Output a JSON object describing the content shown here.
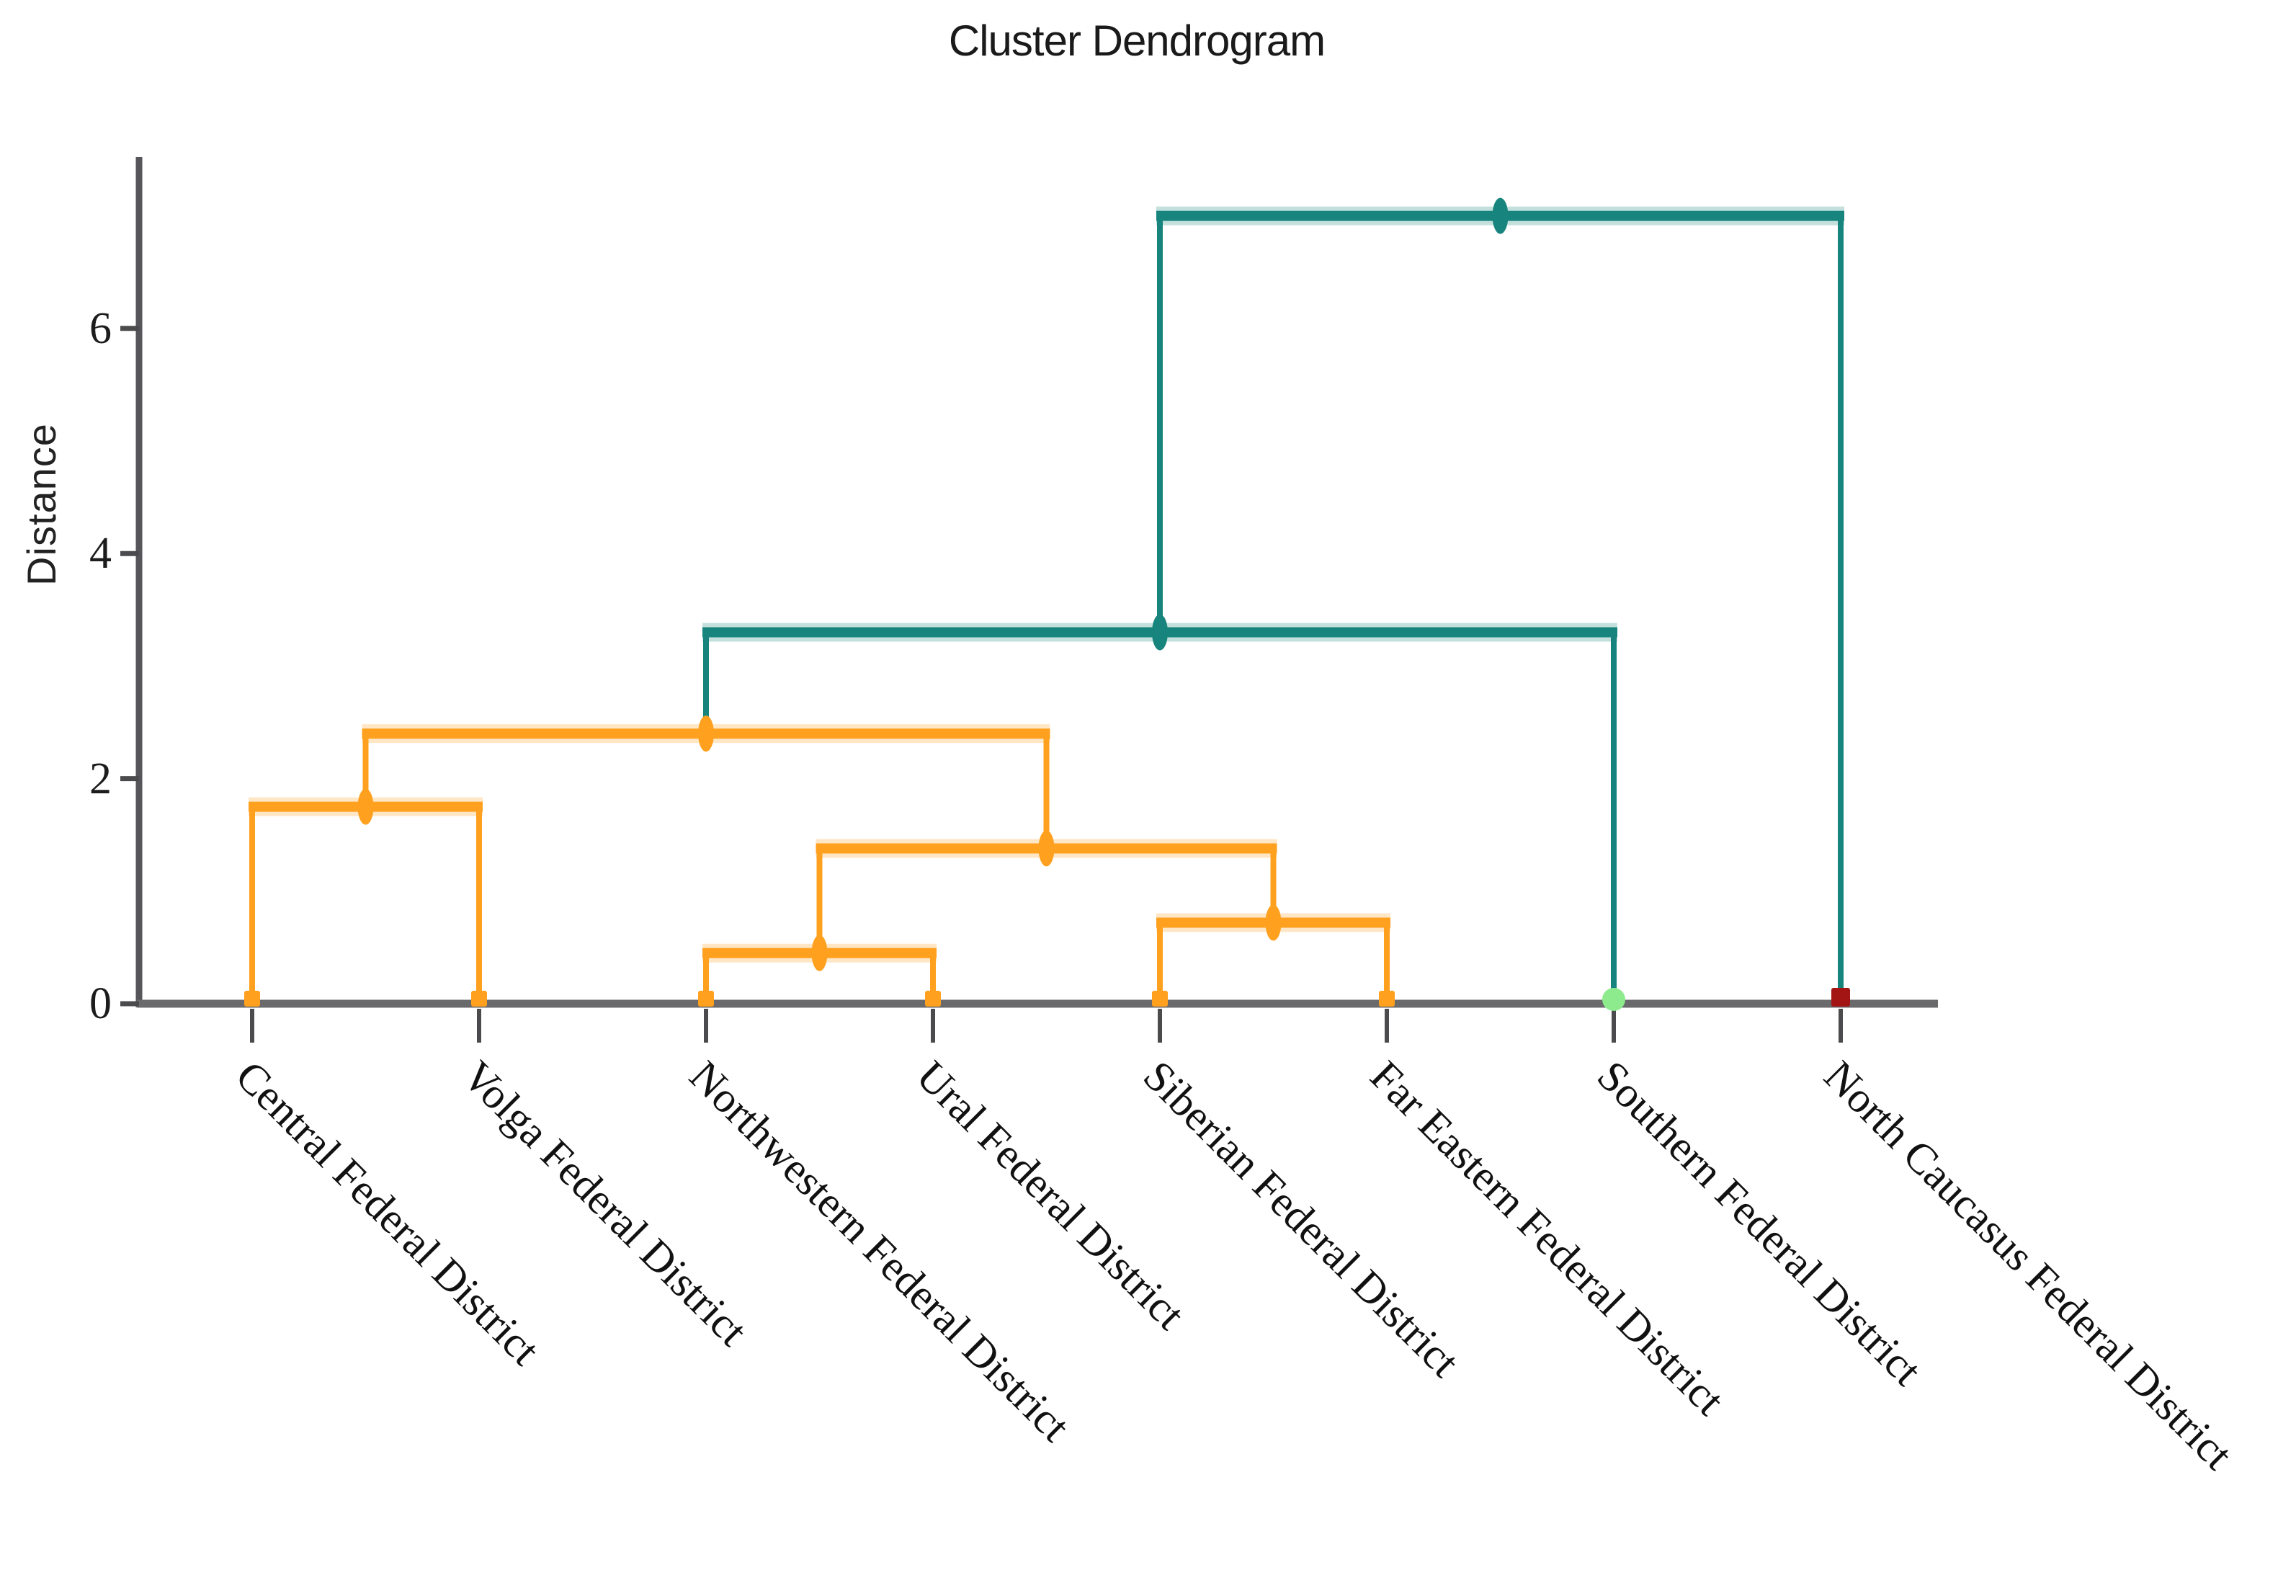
{
  "title": "Cluster Dendrogram",
  "chart_data": {
    "type": "dendrogram",
    "title": "Cluster Dendrogram",
    "ylabel": "Distance",
    "xlabel": "",
    "ylim": [
      0,
      7.5
    ],
    "yticks": [
      0,
      2,
      4,
      6
    ],
    "grid": false,
    "legend": "none",
    "leaves": [
      {
        "label": "Central Federal District",
        "dot_color": "#FFA01E",
        "dot_shape": "square"
      },
      {
        "label": "Volga Federal District",
        "dot_color": "#FFA01E",
        "dot_shape": "square"
      },
      {
        "label": "Northwestern Federal District",
        "dot_color": "#FFA01E",
        "dot_shape": "square"
      },
      {
        "label": "Ural Federal District",
        "dot_color": "#FFA01E",
        "dot_shape": "square"
      },
      {
        "label": "Siberian Federal District",
        "dot_color": "#FFA01E",
        "dot_shape": "square"
      },
      {
        "label": "Far Eastern Federal District",
        "dot_color": "#FFA01E",
        "dot_shape": "square"
      },
      {
        "label": "Southern Federal District",
        "dot_color": "#8DEB8D",
        "dot_shape": "circle"
      },
      {
        "label": "North Caucasus Federal District",
        "dot_color": "#A31414",
        "dot_shape": "square"
      }
    ],
    "merges": [
      {
        "id": "A",
        "children": [
          "L0",
          "L1"
        ],
        "height": 1.75,
        "color": "#FFA01E"
      },
      {
        "id": "B",
        "children": [
          "L2",
          "L3"
        ],
        "height": 0.45,
        "color": "#FFA01E"
      },
      {
        "id": "C",
        "children": [
          "L4",
          "L5"
        ],
        "height": 0.72,
        "color": "#FFA01E"
      },
      {
        "id": "D",
        "children": [
          "B",
          "C"
        ],
        "height": 1.38,
        "color": "#FFA01E"
      },
      {
        "id": "E",
        "children": [
          "A",
          "D"
        ],
        "height": 2.4,
        "color": "#FFA01E"
      },
      {
        "id": "F",
        "children": [
          "E",
          "L6"
        ],
        "height": 3.3,
        "color": "#17857D"
      },
      {
        "id": "G",
        "children": [
          "F",
          "L7"
        ],
        "height": 7.0,
        "color": "#17857D"
      }
    ],
    "colors": {
      "cluster_orange": "#FFA01E",
      "cluster_teal": "#17857D",
      "leaf_green": "#8DEB8D",
      "leaf_dark_red": "#A31414",
      "axis_line": "#55555A",
      "baseline": "#6A6A6C",
      "tick_mark": "#4B4B4D",
      "text": "#1c1c1c",
      "background": "#FFFFFF"
    }
  }
}
